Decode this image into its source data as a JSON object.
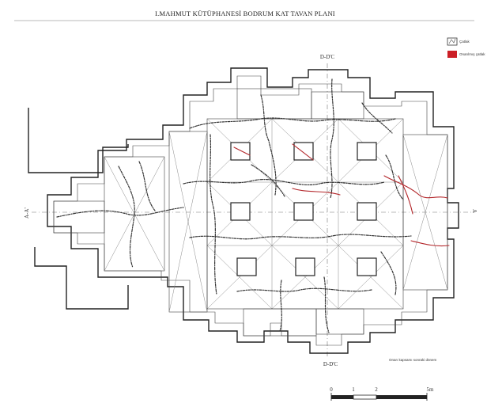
{
  "title": "I.MAHMUT KÜTÜPHANESİ BODRUM KAT TAVAN PLANI",
  "section_labels": {
    "top": "D-D'C",
    "bottom": "D-D'C",
    "left": "A-A'",
    "right": "A"
  },
  "legend": {
    "items": [
      {
        "label": "Çatlak",
        "color": "#222222"
      },
      {
        "label": "Onarılmış çatlak",
        "color": "#cc1f26"
      }
    ]
  },
  "note": "Onarı kapsamı sonraki dönem",
  "scale_bar": {
    "ticks": [
      "0",
      "1",
      "2",
      "5m"
    ]
  }
}
